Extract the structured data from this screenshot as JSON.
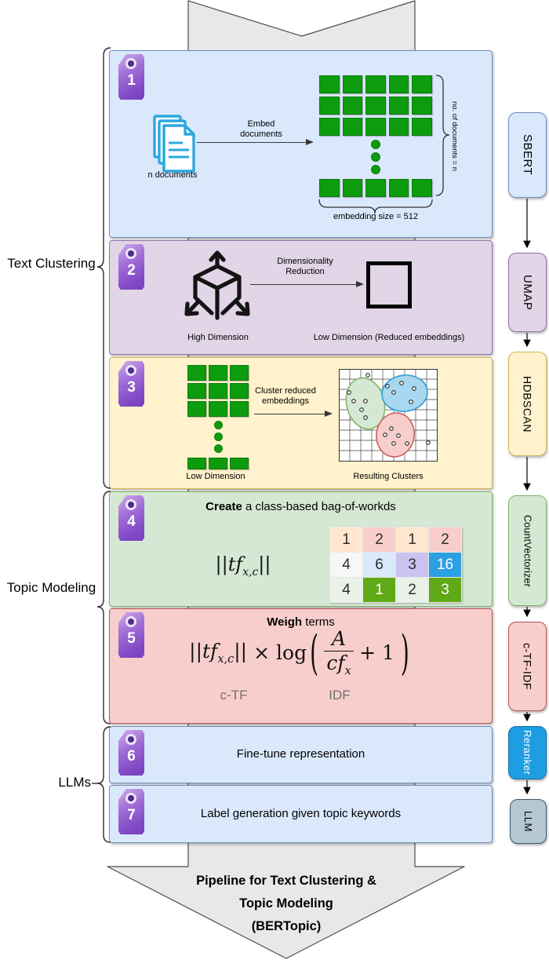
{
  "diagram": {
    "left_labels": [
      {
        "label": "Text Clustering"
      },
      {
        "label": "Topic Modeling"
      },
      {
        "label": "LLMs"
      }
    ],
    "steps": {
      "s1": {
        "number": "1",
        "docs_caption": "n documents",
        "arrow_label_line1": "Embed",
        "arrow_label_line2": "documents",
        "rows_caption": "no. of documents = n",
        "cols_caption": "embedding size = 512"
      },
      "s2": {
        "number": "2",
        "left_caption": "High Dimension",
        "arrow_label_line1": "Dimensionality",
        "arrow_label_line2": "Reduction",
        "right_caption": "Low Dimension (Reduced embeddings)"
      },
      "s3": {
        "number": "3",
        "left_caption": "Low Dimension",
        "arrow_label_line1": "Cluster reduced",
        "arrow_label_line2": "embeddings",
        "right_caption": "Resulting Clusters"
      },
      "s4": {
        "number": "4",
        "title_bold": "Create",
        "title_rest": " a class-based bag-of-workds",
        "formula": {
          "bars_left": "||",
          "tf": "tf",
          "sub": "x,c",
          "bars_right": "||"
        },
        "table": {
          "cells": [
            {
              "v": "1",
              "bg": "#ffe6cc"
            },
            {
              "v": "2",
              "bg": "#f8cecc"
            },
            {
              "v": "1",
              "bg": "#ffe6cc"
            },
            {
              "v": "2",
              "bg": "#f8cecc"
            },
            {
              "v": "4",
              "bg": "#f7f7f7"
            },
            {
              "v": "6",
              "bg": "#dae8fc"
            },
            {
              "v": "3",
              "bg": "#c9c3f0"
            },
            {
              "v": "16",
              "bg": "#2d9fe3"
            },
            {
              "v": "4",
              "bg": "#e9f2e6"
            },
            {
              "v": "1",
              "bg": "#60a917"
            },
            {
              "v": "2",
              "bg": "#e9f2e6"
            },
            {
              "v": "3",
              "bg": "#60a917"
            }
          ]
        }
      },
      "s5": {
        "number": "5",
        "title_bold": "Weigh",
        "title_rest": " terms",
        "formula": {
          "bars_left": "||",
          "tf": "tf",
          "tf_sub": "x,c",
          "bars_right": "||",
          "times": "×",
          "log": "log",
          "numerator": "A",
          "den_base": "cf",
          "den_sub": "x",
          "plus_one": "+ 1"
        },
        "underlabel_left": "c-TF",
        "underlabel_right": "IDF"
      },
      "s6": {
        "number": "6",
        "text": "Fine-tune representation"
      },
      "s7": {
        "number": "7",
        "text": "Label generation given topic keywords"
      }
    },
    "pipeline": [
      {
        "label": "SBERT"
      },
      {
        "label": "UMAP"
      },
      {
        "label": "HDBSCAN"
      },
      {
        "label": "CountVectorizer"
      },
      {
        "label": "c-TF-IDF"
      },
      {
        "label": "Reranker"
      },
      {
        "label": "LLM"
      }
    ],
    "bottom_arrow": {
      "line1": "Pipeline for Text Clustering &",
      "line2": "Topic Modeling",
      "line3": "(BERTopic)"
    },
    "colors": {
      "step_blue_fill": "#dae8fc",
      "step_blue_border": "#6c8ebf",
      "step_purple_fill": "#e1d5e7",
      "step_purple_border": "#9673a6",
      "step_yellow_fill": "#fff2cc",
      "step_yellow_border": "#d6b656",
      "step_green_fill": "#d5e8d4",
      "step_green_border": "#82b366",
      "step_red_fill": "#f8cecc",
      "step_red_border": "#b85450",
      "reranker_fill": "#1d9ee3",
      "llm_fill": "#b4c7d2",
      "tag_purple": "#8149c6",
      "matrix_green": "#0d9c0d",
      "big_arrow_gray": "#e8e8e8",
      "docs_icon_cyan": "#2ba7e0"
    }
  }
}
